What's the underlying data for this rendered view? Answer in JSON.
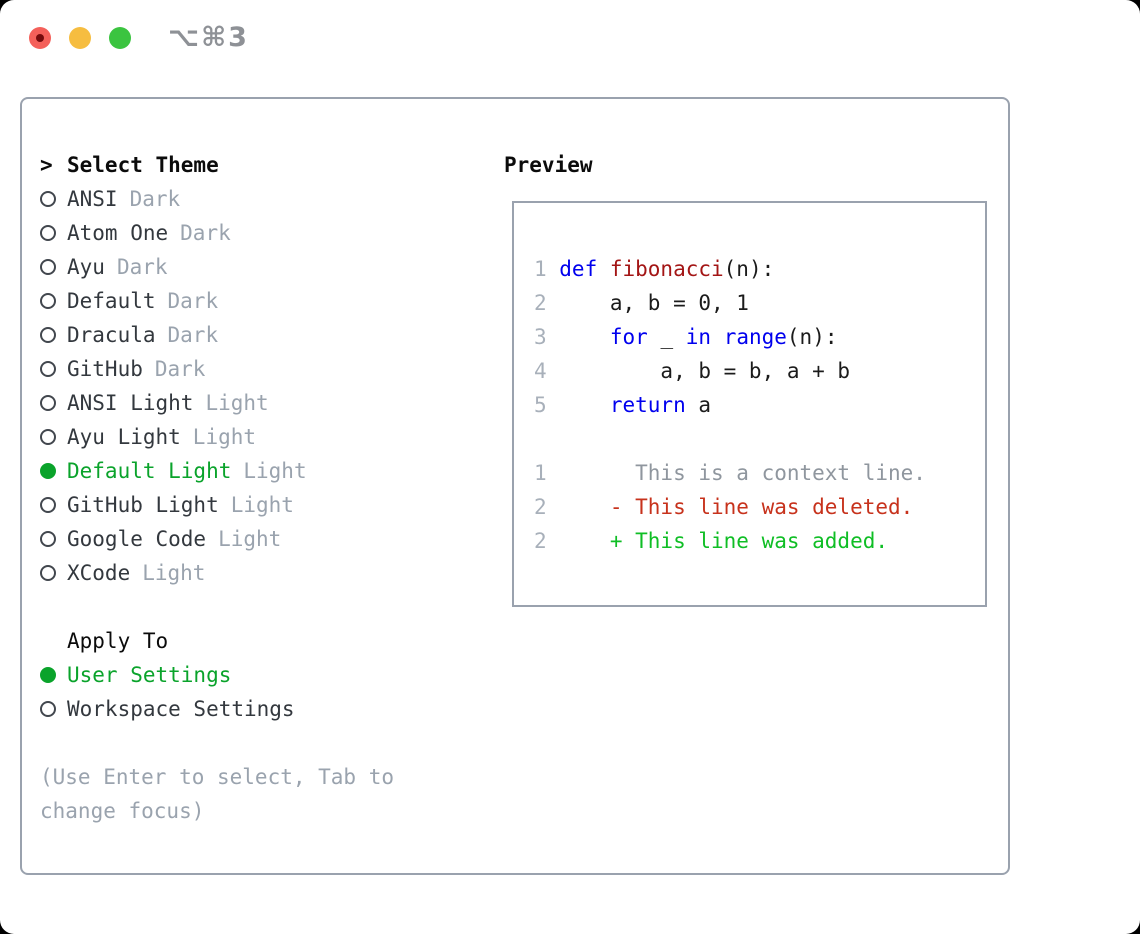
{
  "titlebar": {
    "shortcut": "⌥⌘3",
    "buttons": [
      {
        "name": "close",
        "color": "#f4605a",
        "dot": true
      },
      {
        "name": "minimize",
        "color": "#f6bd40",
        "dot": false
      },
      {
        "name": "maximize",
        "color": "#3bc440",
        "dot": false
      }
    ]
  },
  "theme_selector": {
    "prompt": ">",
    "title": "Select Theme",
    "items": [
      {
        "name": "ANSI",
        "variant": "Dark",
        "selected": false
      },
      {
        "name": "Atom One",
        "variant": "Dark",
        "selected": false
      },
      {
        "name": "Ayu",
        "variant": "Dark",
        "selected": false
      },
      {
        "name": "Default",
        "variant": "Dark",
        "selected": false
      },
      {
        "name": "Dracula",
        "variant": "Dark",
        "selected": false
      },
      {
        "name": "GitHub",
        "variant": "Dark",
        "selected": false
      },
      {
        "name": "ANSI Light",
        "variant": "Light",
        "selected": false
      },
      {
        "name": "Ayu Light",
        "variant": "Light",
        "selected": false
      },
      {
        "name": "Default Light",
        "variant": "Light",
        "selected": true
      },
      {
        "name": "GitHub Light",
        "variant": "Light",
        "selected": false
      },
      {
        "name": "Google Code",
        "variant": "Light",
        "selected": false
      },
      {
        "name": "XCode",
        "variant": "Light",
        "selected": false
      }
    ]
  },
  "apply_to": {
    "title": "Apply To",
    "options": [
      {
        "label": "User Settings",
        "selected": true
      },
      {
        "label": "Workspace Settings",
        "selected": false
      }
    ]
  },
  "hint": "(Use Enter to select, Tab to change focus)",
  "preview": {
    "title": "Preview",
    "code_lines": [
      {
        "num": "1",
        "tokens": [
          {
            "text": "def ",
            "type": "keyword"
          },
          {
            "text": "fibonacci",
            "type": "function"
          },
          {
            "text": "(n):",
            "type": "plain"
          }
        ]
      },
      {
        "num": "2",
        "tokens": [
          {
            "text": "    a, b = 0, 1",
            "type": "plain"
          }
        ]
      },
      {
        "num": "3",
        "tokens": [
          {
            "text": "    ",
            "type": "plain"
          },
          {
            "text": "for",
            "type": "keyword"
          },
          {
            "text": " _ ",
            "type": "plain"
          },
          {
            "text": "in",
            "type": "keyword"
          },
          {
            "text": " ",
            "type": "plain"
          },
          {
            "text": "range",
            "type": "keyword"
          },
          {
            "text": "(n):",
            "type": "plain"
          }
        ]
      },
      {
        "num": "4",
        "tokens": [
          {
            "text": "        a, b = b, a + b",
            "type": "plain"
          }
        ]
      },
      {
        "num": "5",
        "tokens": [
          {
            "text": "    ",
            "type": "plain"
          },
          {
            "text": "return",
            "type": "keyword"
          },
          {
            "text": " a",
            "type": "plain"
          }
        ]
      }
    ],
    "diff_lines": [
      {
        "num": "1",
        "kind": "context",
        "text": "      This is a context line."
      },
      {
        "num": "2",
        "kind": "deleted",
        "text": "    - This line was deleted."
      },
      {
        "num": "2",
        "kind": "added",
        "text": "    + This line was added."
      }
    ]
  },
  "colors": {
    "keyword": "#0000ee",
    "function": "#a31515",
    "plain": "#1b1b1b",
    "line_number": "#a8b0ba",
    "context": "#8f969e",
    "deleted": "#c7321c",
    "added": "#0fbe25",
    "selected_green": "#0aa32b",
    "muted": "#9aa3ae",
    "item_text": "#33383e",
    "border": "#9aa2ae"
  }
}
